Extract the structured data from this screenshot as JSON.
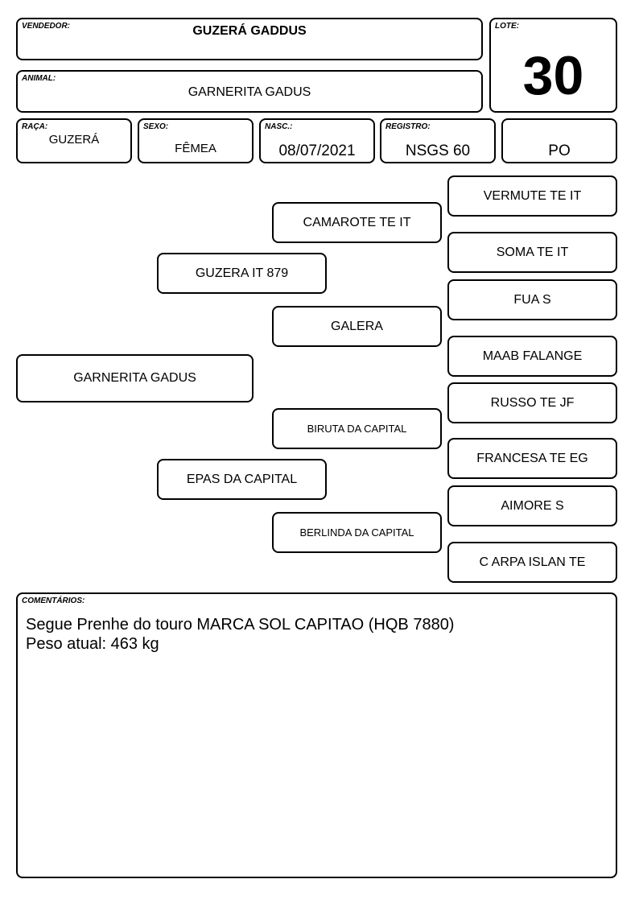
{
  "header": {
    "vendedor": {
      "label": "VENDEDOR:",
      "value": "GUZERÁ GADDUS"
    },
    "lote": {
      "label": "LOTE:",
      "value": "30"
    },
    "animal": {
      "label": "ANIMAL:",
      "value": "GARNERITA GADUS"
    }
  },
  "info": {
    "raca": {
      "label": "RAÇA:",
      "value": "GUZERÁ"
    },
    "sexo": {
      "label": "SEXO:",
      "value": "FÊMEA"
    },
    "nasc": {
      "label": "NASC.:",
      "value": "08/07/2021"
    },
    "registro": {
      "label": "REGISTRO:",
      "value": "NSGS 60"
    },
    "categoria": {
      "value": "PO"
    }
  },
  "pedigree": {
    "animal": "GARNERITA GADUS",
    "sire": "GUZERA IT 879",
    "dam": "EPAS DA CAPITAL",
    "sire_sire": "CAMAROTE TE IT",
    "sire_dam": "GALERA",
    "dam_sire": "BIRUTA DA CAPITAL",
    "dam_dam": "BERLINDA DA CAPITAL",
    "g3": [
      "VERMUTE TE IT",
      "SOMA TE IT",
      "FUA S",
      "MAAB FALANGE",
      "RUSSO TE JF",
      "FRANCESA TE EG",
      "AIMORE S",
      "C ARPA ISLAN TE"
    ]
  },
  "comments": {
    "label": "COMENTÁRIOS:",
    "text": "Segue Prenhe do touro MARCA SOL CAPITAO (HQB 7880)\nPeso atual: 463 kg"
  }
}
